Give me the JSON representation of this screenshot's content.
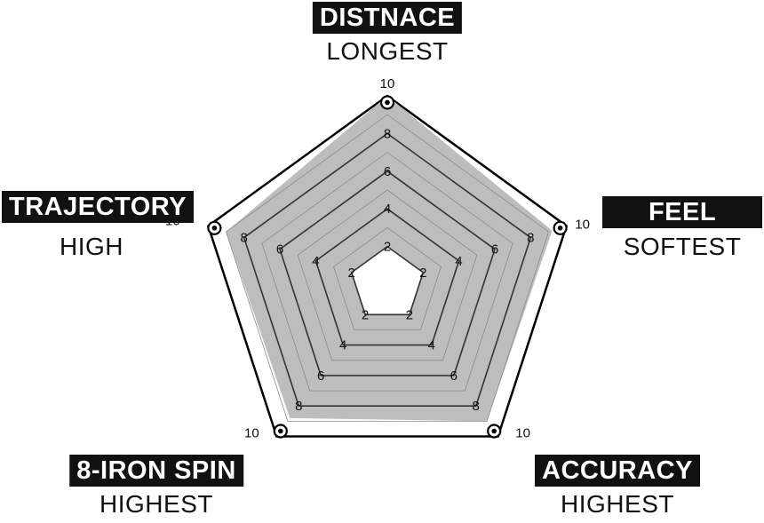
{
  "chart_data": {
    "type": "radar",
    "scale_max": 10,
    "ticks": [
      2,
      4,
      6,
      8
    ],
    "max_tick_label": "10",
    "axes": [
      {
        "name": "DISTNACE",
        "sub": "LONGEST",
        "value": 10
      },
      {
        "name": "FEEL",
        "sub": "SOFTEST",
        "value": 9.2
      },
      {
        "name": "ACCURACY",
        "sub": "HIGHEST",
        "value": 9.0
      },
      {
        "name": "8-IRON SPIN",
        "sub": "HIGHEST",
        "value": 8.8
      },
      {
        "name": "TRAJECTORY",
        "sub": "HIGH",
        "value": 9.0
      }
    ],
    "colors": {
      "fill": "#bdbdbd",
      "outline": "#000000",
      "ring": "#333333",
      "label_bg": "#111111",
      "label_text": "#ffffff"
    }
  }
}
